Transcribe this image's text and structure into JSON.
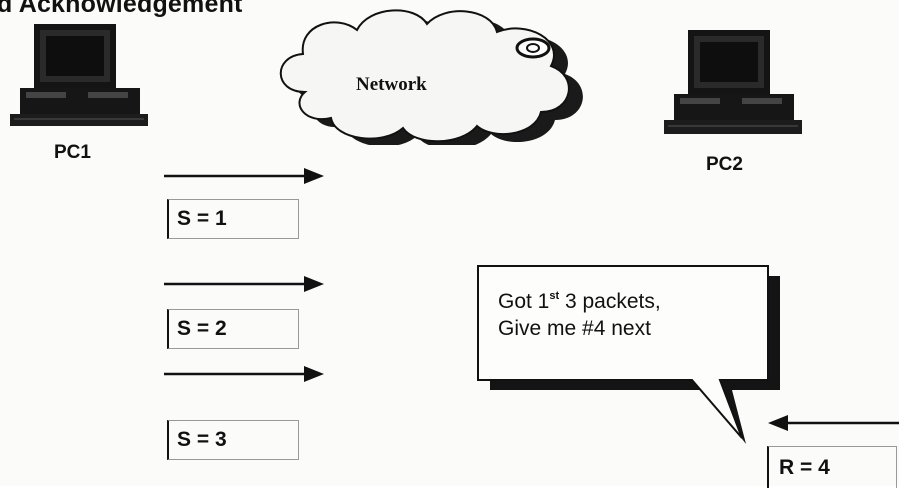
{
  "title": "d Acknowledgement",
  "network": {
    "label": "Network"
  },
  "pcs": [
    {
      "label": "PC1"
    },
    {
      "label": "PC2"
    }
  ],
  "sender": {
    "packets": [
      {
        "label": "S = 1"
      },
      {
        "label": "S = 2"
      },
      {
        "label": "S = 3"
      }
    ]
  },
  "receiver": {
    "ack": {
      "label": "R = 4"
    },
    "message": {
      "line1_prefix": "Got 1",
      "line1_sup": "st",
      "line1_suffix": " 3 packets,",
      "line2": "Give me #4 next"
    }
  },
  "colors": {
    "ink": "#111111",
    "shadow": "#1a1a1a",
    "paper": "#fbfbfa"
  },
  "icons": [
    "desktop-computer-icon",
    "network-cloud-icon",
    "arrow-right-icon",
    "arrow-left-icon",
    "speech-bubble-icon"
  ]
}
